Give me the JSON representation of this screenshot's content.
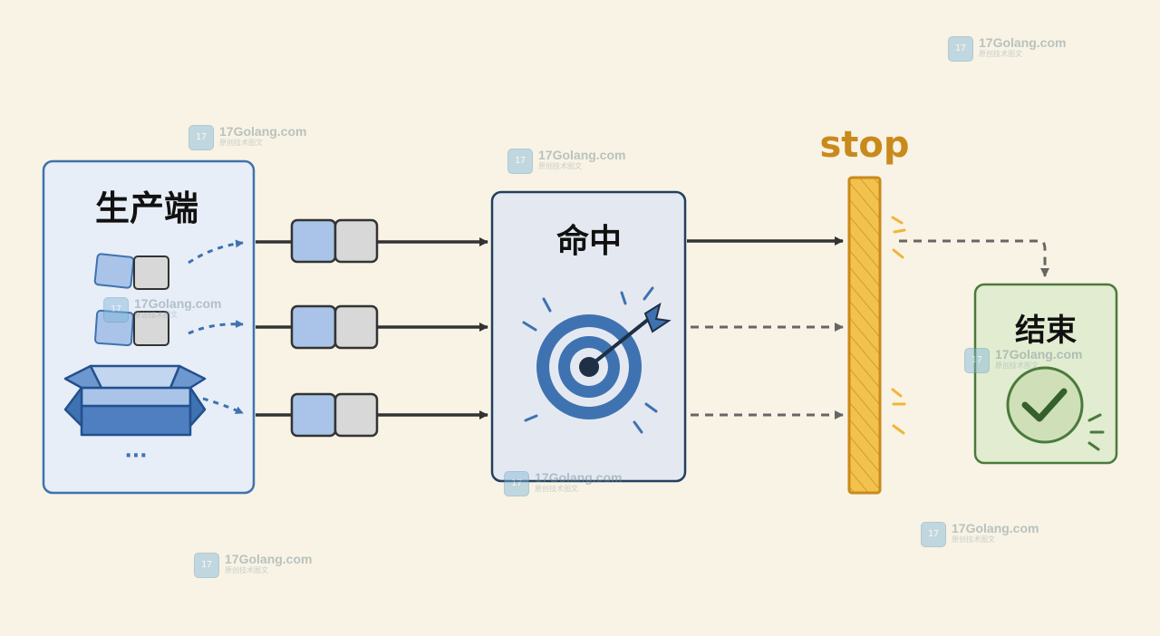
{
  "producer": {
    "label": "生产端",
    "ellipsis": "···"
  },
  "hit": {
    "label": "命中"
  },
  "stop": {
    "label": "stop"
  },
  "end": {
    "label": "结束"
  },
  "watermark": {
    "site": "17Golang.com",
    "sub": "原创技术图文",
    "logo": "17"
  },
  "colors": {
    "background": "#f8f3e4",
    "blue": "#3f72b0",
    "light_blue": "#a9c4e8",
    "gray_block": "#d8d8d8",
    "stop_bar": "#f2c24f",
    "stop_text": "#c98a1c",
    "green": "#4a7a3c",
    "green_fill": "#e2ecd0"
  }
}
